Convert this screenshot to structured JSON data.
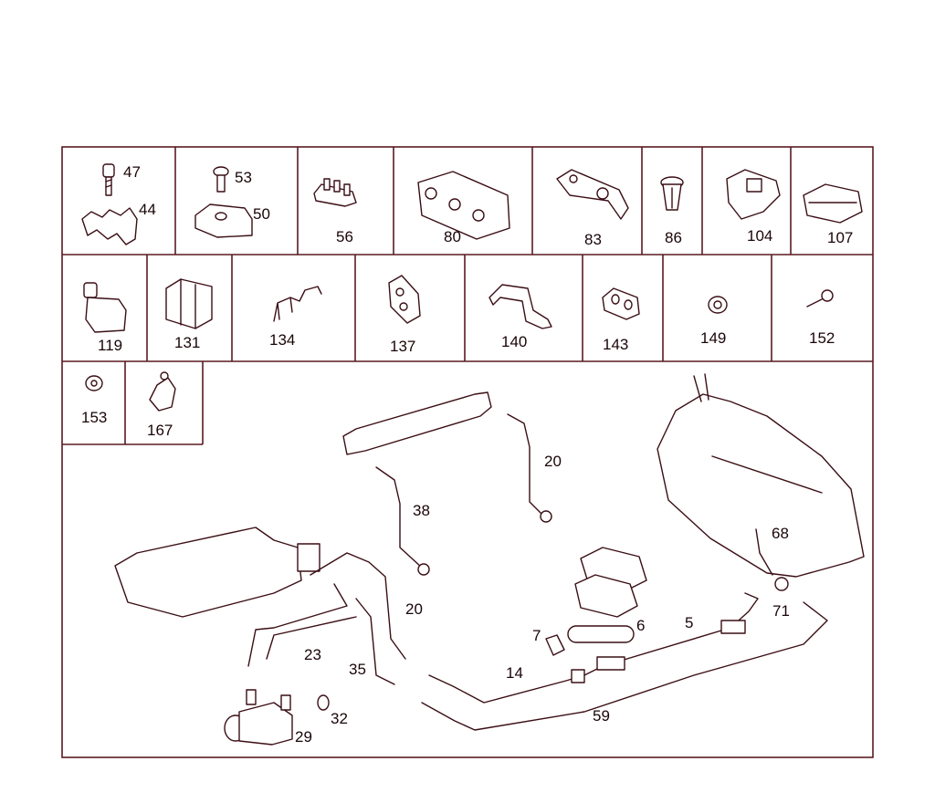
{
  "colors": {
    "line": "#5a1a22",
    "ink": "#3a0e14",
    "text": "#1a0508",
    "background": "#ffffff"
  },
  "part_numbers": {
    "p47": "47",
    "p44": "44",
    "p53": "53",
    "p50": "50",
    "p56": "56",
    "p80": "80",
    "p83": "83",
    "p86": "86",
    "p104": "104",
    "p107": "107",
    "p119": "119",
    "p131": "131",
    "p134": "134",
    "p137": "137",
    "p140": "140",
    "p143": "143",
    "p149": "149",
    "p152": "152",
    "p153": "153",
    "p167": "167",
    "p20a": "20",
    "p38": "38",
    "p68": "68",
    "p20b": "20",
    "p71": "71",
    "p7": "7",
    "p6": "6",
    "p5": "5",
    "p23": "23",
    "p35": "35",
    "p14": "14",
    "p32": "32",
    "p59": "59",
    "p29": "29"
  }
}
